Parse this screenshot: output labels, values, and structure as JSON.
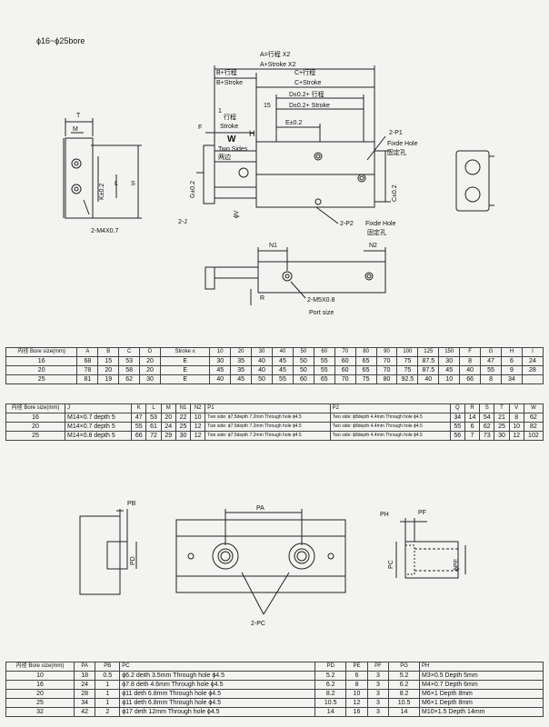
{
  "title": "ϕ16~ϕ25bore",
  "diagram1": {
    "labels": {
      "a_stroke_cn": "A=行程 X2",
      "a_stroke_en": "A+Stroke X2",
      "b_stroke_cn": "B+行程",
      "b_stroke_en": "B+Stroke",
      "c_stroke_cn": "C+行程",
      "c_stroke_en": "C+Stroke",
      "d_stroke_cn": "D±0.2+ 行程",
      "d_stroke_en": "D±0.2+ Stroke",
      "e": "E±0.2",
      "n15": "15",
      "one": "1",
      "stroke_cn": "行程",
      "stroke_en": "Stroke",
      "f": "F",
      "h": "H",
      "w": "W",
      "two_sides": "Two Sides",
      "two_sides_cn": "两边",
      "g": "G±0.2",
      "v": "ϕV",
      "j2": "2-J",
      "p1": "2-P1",
      "fixde": "Fixde Hole",
      "fixde_cn": "固定孔",
      "c02": "C±0.2",
      "p2": "2-P2",
      "fixde2": "Fixde Hole",
      "fixde2_cn": "固定孔",
      "t": "T",
      "m": "M",
      "k": "K±0.2",
      "l": "L",
      "s": "S",
      "m4": "2-M4X0.7",
      "n1": "N1",
      "n2": "N2",
      "r": "R",
      "m5": "2-M5X0.8",
      "port": "Port size"
    }
  },
  "table1": {
    "headers": [
      "内径 Bore size(mm)",
      "A",
      "B",
      "C",
      "D",
      "Stroke ≤",
      "10",
      "20",
      "30",
      "40",
      "50",
      "60",
      "70",
      "80",
      "90",
      "100",
      "125",
      "150",
      "F",
      "G",
      "H",
      "I"
    ],
    "rows": [
      [
        "16",
        "68",
        "15",
        "53",
        "20",
        "E",
        "30",
        "35",
        "40",
        "45",
        "50",
        "55",
        "60",
        "65",
        "70",
        "75",
        "87.5",
        "30",
        "8",
        "47",
        "6",
        "24"
      ],
      [
        "20",
        "78",
        "20",
        "58",
        "20",
        "E",
        "45",
        "35",
        "40",
        "45",
        "50",
        "55",
        "60",
        "65",
        "70",
        "75",
        "87.5",
        "45",
        "40",
        "55",
        "9",
        "28"
      ],
      [
        "25",
        "81",
        "19",
        "62",
        "30",
        "E",
        "40",
        "45",
        "50",
        "55",
        "60",
        "65",
        "70",
        "75",
        "80",
        "92.5",
        "40",
        "10",
        "66",
        "8",
        "34",
        ""
      ]
    ]
  },
  "table2": {
    "headers": [
      "内径 Bore size(mm)",
      "J",
      "K",
      "L",
      "M",
      "N1",
      "N2",
      "P1",
      "P2",
      "Q",
      "R",
      "S",
      "T",
      "V",
      "W"
    ],
    "rows": [
      [
        "16",
        "M14×0.7 depth 5",
        "47",
        "53",
        "20",
        "22",
        "10",
        "Two side: ϕ7.5depth 7.2mm Through hole ϕ4.5",
        "Two side: ϕ8depth 4.4mm Through hole ϕ4.5",
        "34",
        "14",
        "54",
        "21",
        "8",
        "62"
      ],
      [
        "20",
        "M14×0.7 depth 5",
        "55",
        "61",
        "24",
        "25",
        "12",
        "Two side: ϕ7.5depth 7.2mm Through hole ϕ4.5",
        "Two side: ϕ8depth 4.4mm Through hole ϕ4.5",
        "55",
        "6",
        "62",
        "25",
        "10",
        "82"
      ],
      [
        "25",
        "M14×0.8 depth 5",
        "66",
        "72",
        "29",
        "30",
        "12",
        "Two side: ϕ7.5depth 7.2mm Through hole ϕ4.5",
        "Two side: ϕ8depth 4.4mm Through hole ϕ4.5",
        "56",
        "7",
        "73",
        "30",
        "12",
        "102"
      ]
    ]
  },
  "diagram2": {
    "labels": {
      "pb": "PB",
      "pd": "PD",
      "pa": "PA",
      "pc2": "2-PC",
      "ph": "PH",
      "pf": "PF",
      "pc": "PC",
      "pe": "ϕPE"
    }
  },
  "table3": {
    "headers": [
      "内径 Bore size(mm)",
      "PA",
      "PB",
      "PC",
      "PD",
      "PE",
      "PF",
      "PG",
      "PH"
    ],
    "rows": [
      [
        "10",
        "18",
        "0.5",
        "ϕ6.2 deith 3.5mm Through hole ϕ4.5",
        "5.2",
        "6",
        "3",
        "5.2",
        "M3×0.5 Depth 5mm"
      ],
      [
        "16",
        "24",
        "1",
        "ϕ7.8 deth 4.6mm Through hole ϕ4.5",
        "6.2",
        "8",
        "3",
        "6.2",
        "M4×0.7 Depth 6mm"
      ],
      [
        "20",
        "28",
        "1",
        "ϕ11 deth 6.8mm Through hole ϕ4.5",
        "8.2",
        "10",
        "3",
        "8.2",
        "M6×1 Depth 8mm"
      ],
      [
        "25",
        "34",
        "1",
        "ϕ11 deth 6.8mm Through hole ϕ4.5",
        "10.5",
        "12",
        "3",
        "10.5",
        "M6×1 Depth 8mm"
      ],
      [
        "32",
        "42",
        "2",
        "ϕ17 deth 12mm Through hole ϕ4.5",
        "14",
        "16",
        "3",
        "14",
        "M10×1.5 Depth 14mm"
      ]
    ]
  }
}
